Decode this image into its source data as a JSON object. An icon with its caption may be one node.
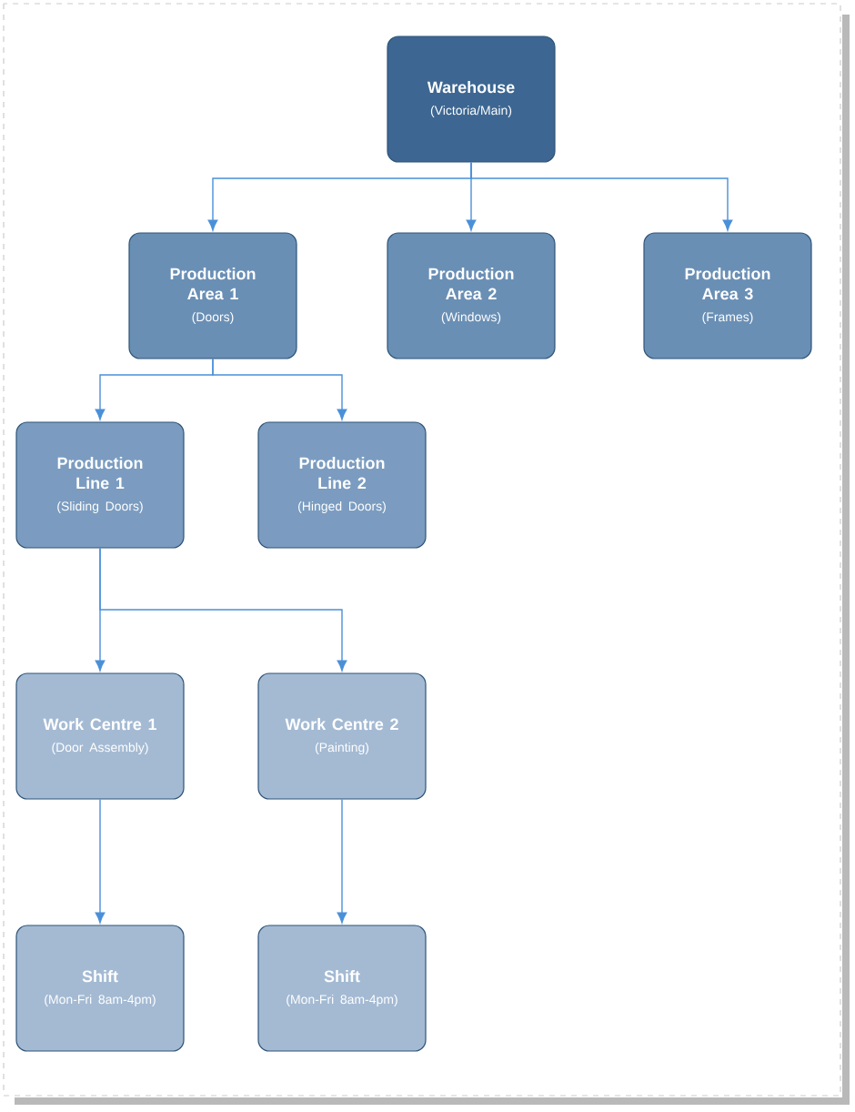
{
  "diagram": {
    "nodes": [
      {
        "text": [
          "Warehouse",
          "(Victoria/Main)"
        ]
      },
      {
        "text": [
          "Production Area 1",
          "(Doors)"
        ]
      },
      {
        "text": [
          "Production Area 2",
          "(Windows)"
        ]
      },
      {
        "text": [
          "Production Area 3",
          "(Frames)"
        ]
      },
      {
        "text": [
          "Production Line 1",
          "(Sliding Doors)"
        ]
      },
      {
        "text": [
          "Production Line 2",
          "(Hinged Doors)"
        ]
      },
      {
        "text": [
          "Work Centre 1",
          "(Door Assembly)"
        ]
      },
      {
        "text": [
          "Work Centre 2",
          "(Painting)"
        ]
      },
      {
        "text": [
          "Shift",
          "(Mon-Fri 8am-4pm)"
        ]
      },
      {
        "text": [
          "Shift",
          "(Mon-Fri 8am-4pm)"
        ]
      }
    ],
    "edges": [
      {
        "from": 0,
        "to": 1,
        "arrow": "to"
      },
      {
        "from": 0,
        "to": 2,
        "arrow": "to"
      },
      {
        "from": 0,
        "to": 3,
        "arrow": "to"
      },
      {
        "from": 1,
        "to": 4,
        "arrow": "to"
      },
      {
        "from": 1,
        "to": 5,
        "arrow": "to"
      },
      {
        "from": 4,
        "to": 6,
        "arrow": "to"
      },
      {
        "from": 4,
        "to": 7,
        "arrow": "to"
      },
      {
        "from": 6,
        "to": 8,
        "arrow": "to"
      },
      {
        "from": 7,
        "to": 9,
        "arrow": "to"
      }
    ]
  }
}
